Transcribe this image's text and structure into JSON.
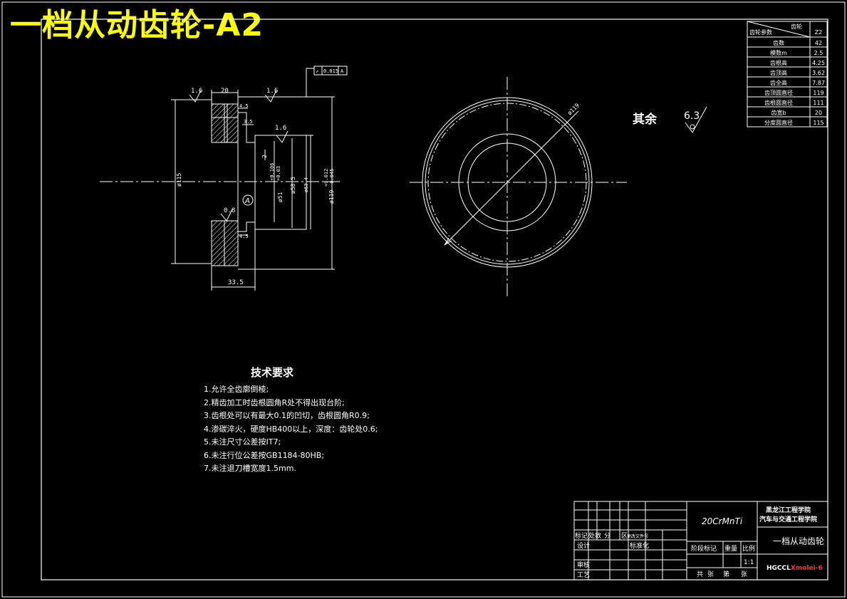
{
  "title": "一档从动齿轮-A2",
  "gear_params": {
    "header": [
      "齿轮参数",
      "齿轮"
    ],
    "rows": [
      [
        "齿数",
        "42"
      ],
      [
        "模数m",
        "2.5"
      ],
      [
        "齿根高",
        "4.25"
      ],
      [
        "齿顶高",
        "3.62"
      ],
      [
        "齿全高",
        "7.87"
      ],
      [
        "齿顶圆直径",
        "119"
      ],
      [
        "齿根圆直径",
        "111"
      ],
      [
        "齿宽b",
        "20"
      ],
      [
        "分度圆直径",
        "115"
      ]
    ],
    "header_value": "Z2"
  },
  "roughness_note": {
    "label": "其余",
    "value": "6.3"
  },
  "section_view": {
    "dims": {
      "top_width": "20",
      "bottom_width": "33.5",
      "ra1": "1.6",
      "ra2": "1.6",
      "ra3": "1.6",
      "ra4": "0.8",
      "d1": "4.5",
      "d2": "3.5",
      "d3": "4.5",
      "d4": "2",
      "dia115": "ø115",
      "dia51": "ø51+0.106\n+0.03",
      "dia58": "ø58.5",
      "dia63": "ø63.4",
      "dia119": "ø119+0.012\n-0.045",
      "datum": "A",
      "tolerance_frame": [
        "↗",
        "0.015",
        "A"
      ]
    },
    "labels": {
      "dia51_a": "ø51",
      "dia51_b": "+0.106",
      "dia51_c": "+0.03",
      "dia58": "ø58.5",
      "dia63": "ø63.4",
      "dia115": "ø115",
      "dia119_a": "ø119",
      "dia119_b": "+0.012",
      "dia119_c": "-0.045"
    }
  },
  "front_view": {
    "dim": "ø119"
  },
  "tech_requirements": {
    "heading": "技术要求",
    "items": [
      "1.允许全齿廓倒棱;",
      "2.精齿加工时齿根圆角R处不得出现台阶;",
      "3.齿根处可以有最大0.1的凹切，齿根圆角R0.9;",
      "4.渗碳淬火，硬度HB400以上，深度：齿轮处0.6;",
      "5.未注尺寸公差按IT7;",
      "6.未注行位公差按GB1184-80HB;",
      "7.未注退刀槽宽度1.5mm."
    ]
  },
  "title_block": {
    "material": "20CrMnTi",
    "school_line1": "黑龙江工程学院",
    "school_line2": "汽车与交通工程学院",
    "part_name": "一档从动齿轮",
    "rev_row": [
      "标记",
      "处数",
      "分",
      "区",
      "更改文件号"
    ],
    "design": "设计",
    "standard": "标准化",
    "review": "审核",
    "process": "工艺",
    "stage": "阶段标记",
    "weight": "重量",
    "scale_label": "比例",
    "scale": "1:1",
    "sheets": [
      "共",
      "张",
      "第",
      "张"
    ],
    "code_prefix": "HGCCL",
    "code_suffix": "Xmolei-6"
  },
  "colors": {
    "background": "#000000",
    "lines": "#ffffff",
    "title": "#ffff00",
    "code_accent": "#ff0000"
  }
}
